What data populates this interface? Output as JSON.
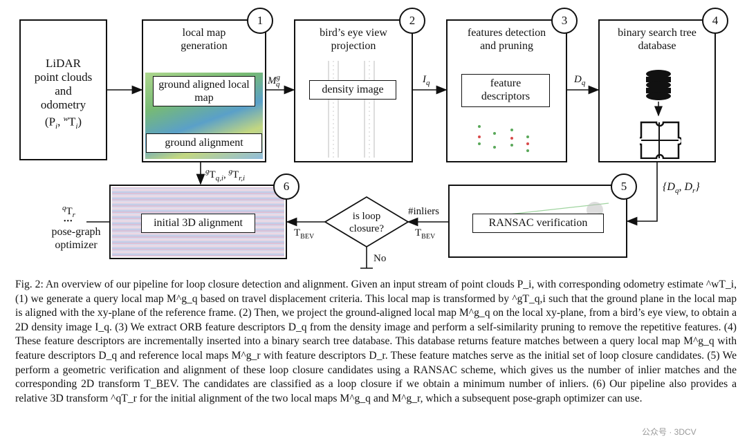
{
  "lidar_box": {
    "line1": "LiDAR",
    "line2": "point clouds",
    "line3": "and",
    "line4": "odometry",
    "line5": "(P",
    "line5_sub": "i",
    "line5_mid": ", ",
    "line5_sup": "w",
    "line5_end": "T",
    "line5_sub2": "i",
    "line5_close": ")"
  },
  "stage1": {
    "number": "1",
    "title1": "local map",
    "title2": "generation",
    "inner_top": "ground aligned local map",
    "inner_bottom": "ground alignment"
  },
  "stage2": {
    "number": "2",
    "title1": "bird’s eye view",
    "title2": "projection",
    "inner": "density image"
  },
  "stage3": {
    "number": "3",
    "title1": "features detection",
    "title2": "and pruning",
    "inner": "feature descriptors"
  },
  "stage4": {
    "number": "4",
    "title1": "binary search tree",
    "title2": "database"
  },
  "stage5": {
    "number": "5",
    "inner": "RANSAC verification"
  },
  "stage6": {
    "number": "6",
    "inner": "initial 3D alignment"
  },
  "decision": {
    "line1": "is loop",
    "line2": "closure?",
    "no_label": "No"
  },
  "edges": {
    "m_q_g": "M",
    "m_sup": "g",
    "m_sub": "q",
    "i_q": "I",
    "i_sub": "q",
    "d_q": "D",
    "d_sub": "q",
    "transforms": "gT",
    "transforms_text": "T",
    "t_q_sub": "q,i",
    "t_r_sub": "r,i",
    "dq_dr": "{D",
    "dq_dr_mid": ", D",
    "dq_dr_end": "}",
    "inliers": "#inliers",
    "t_bev": "T",
    "bev_sub": "BEV",
    "t_bev_left": "T",
    "qtr": "T",
    "qtr_sup": "q",
    "qtr_sub": "r",
    "dots": "•••",
    "pose_graph1": "pose-graph",
    "pose_graph2": "optimizer"
  },
  "caption": {
    "text": "Fig. 2: An overview of our pipeline for loop closure detection and alignment. Given an input stream of point clouds P_i, with corresponding odometry estimate ^wT_i, (1) we generate a query local map M^g_q based on travel displacement criteria. This local map is transformed by ^gT_q,i such that the ground plane in the local map is aligned with the xy-plane of the reference frame. (2) Then, we project the ground-aligned local map M^g_q on the local xy-plane, from a bird’s eye view, to obtain a 2D density image I_q. (3) We extract ORB feature descriptors D_q from the density image and perform a self-similarity pruning to remove the repetitive features. (4) These feature descriptors are incrementally inserted into a binary search tree database. This database returns feature matches between a query local map M^g_q with feature descriptors D_q and reference local maps M^g_r with feature descriptors D_r. These feature matches serve as the initial set of loop closure candidates. (5) We perform a geometric verification and alignment of these loop closure candidates using a RANSAC scheme, which gives us the number of inlier matches and the corresponding 2D transform T_BEV. The candidates are classified as a loop closure if we obtain a minimum number of inliers. (6) Our pipeline also provides a relative 3D transform ^qT_r for the initial alignment of the two local maps M^g_q and M^g_r, which a subsequent pose-graph optimizer can use."
  },
  "watermark": "公众号 · 3DCV"
}
